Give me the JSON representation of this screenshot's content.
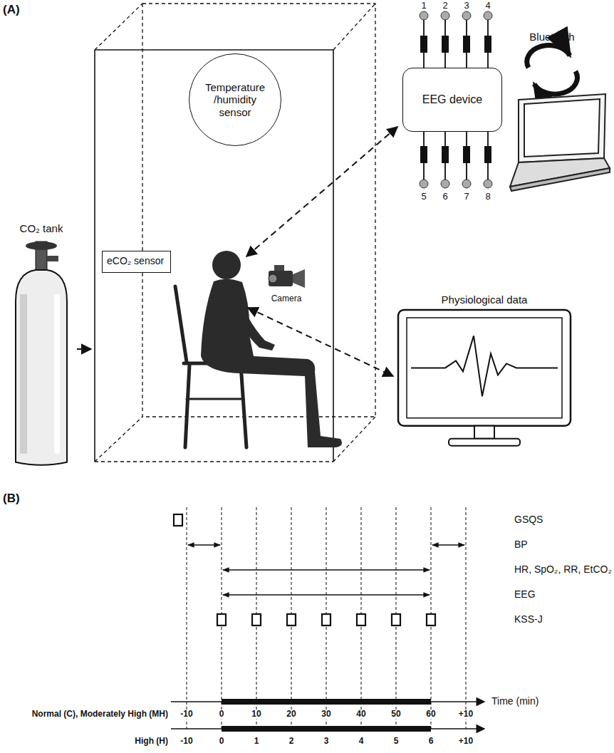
{
  "diagram": {
    "nodes": [
      {
        "text": [
          "Temperature /humidity sensor"
        ]
      },
      {
        "text": [
          "eCO₂ sensor"
        ]
      },
      {
        "text": [
          "CO₂ tank"
        ]
      },
      {
        "text": [
          "EEG device"
        ]
      },
      {
        "text": [
          "Physiological data"
        ]
      }
    ],
    "labels": [
      "(A)",
      "1",
      "2",
      "3",
      "4",
      "5",
      "6",
      "7",
      "8",
      "Bluetooth",
      "Camera",
      "(B)",
      "GSQS",
      "BP",
      "HR, SpO₂, RR, EtCO₂",
      "EEG",
      "KSS-J",
      "Normal (C), Moderately High (MH)",
      "-10",
      "0",
      "10",
      "20",
      "30",
      "40",
      "50",
      "60",
      "+10",
      "Time (min)",
      "High (H)",
      "-10",
      "0",
      "1",
      "2",
      "3",
      "4",
      "5",
      "6",
      "+10"
    ]
  }
}
